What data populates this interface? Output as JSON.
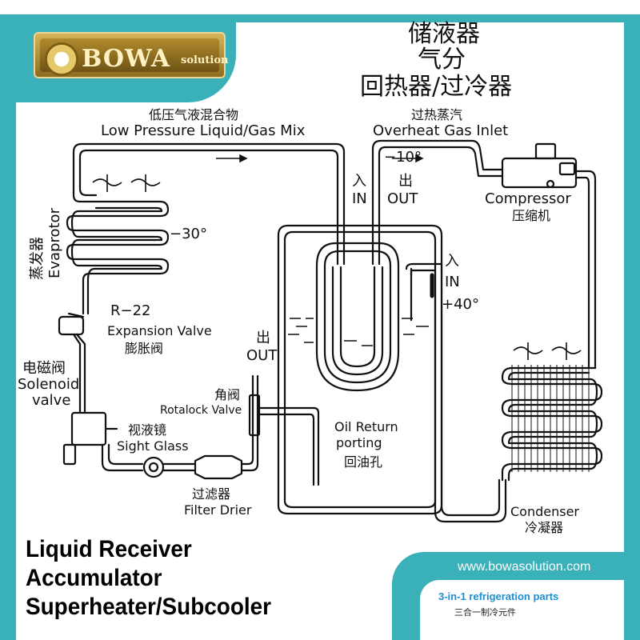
{
  "brand": {
    "logo_word": "BOWA",
    "logo_sub": "solution",
    "website": "www.bowasolution.com"
  },
  "header": {
    "cn_line1": "储液器",
    "cn_line2": "气分",
    "cn_line3": "回热器/过冷器"
  },
  "labels": {
    "low_pressure_cn": "低压气液混合物",
    "low_pressure_en": "Low Pressure Liquid/Gas Mix",
    "overheat_cn": "过热蒸汽",
    "overheat_en": "Overheat Gas Inlet",
    "temp_minus10": "−10°",
    "temp_minus30": "−30°",
    "temp_plus40": "+40°",
    "in_cn_1": "入",
    "in_en_1": "IN",
    "out_cn_1": "出",
    "out_en_1": "OUT",
    "in_cn_2": "入",
    "in_en_2": "IN",
    "out_cn_2": "出",
    "out_en_2": "OUT",
    "compressor_en": "Compressor",
    "compressor_cn": "压缩机",
    "evaporator_cn": "蒸发器",
    "evaporator_en": "Evaprotor",
    "r22": "R−22",
    "expansion_en": "Expansion Valve",
    "expansion_cn": "膨胀阀",
    "solenoid_cn": "电磁阀",
    "solenoid_en1": "Solenoid",
    "solenoid_en2": "valve",
    "sight_cn": "视液镜",
    "sight_en": "Sight Glass",
    "rotalock_cn": "角阀",
    "rotalock_en": "Rotalock Valve",
    "filter_cn": "过滤器",
    "filter_en": "Filter Drier",
    "oil_en1": "Oil Return",
    "oil_en2": "porting",
    "oil_cn": "回油孔",
    "condenser_en": "Condenser",
    "condenser_cn": "冷凝器"
  },
  "footer": {
    "title1": "Liquid Receiver",
    "title2": "Accumulator",
    "title3": "Superheater/Subcooler",
    "parts_en": "3-in-1 refrigeration parts",
    "parts_cn": "三合一制冷元件"
  },
  "colors": {
    "accent": "#3ab0b8",
    "line": "#111111",
    "logo_gold": "#b18a2e",
    "parts_blue": "#1d8fd0"
  }
}
